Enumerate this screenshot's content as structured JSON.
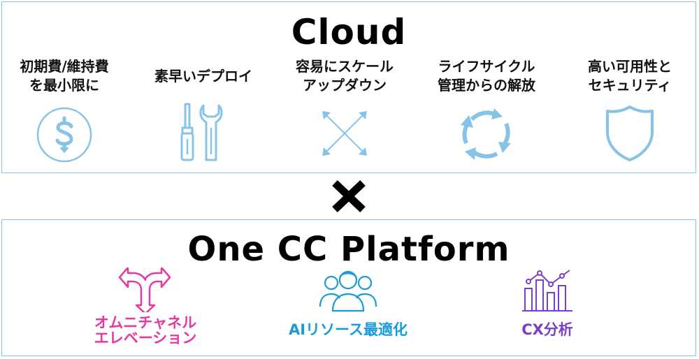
{
  "cloud": {
    "title": "Cloud",
    "features": [
      {
        "line1": "初期費/維持費",
        "line2": "を最小限に",
        "icon": "dollar-coin-icon"
      },
      {
        "line1": "素早いデプロイ",
        "line2": "",
        "icon": "screwdriver-wrench-icon"
      },
      {
        "line1": "容易にスケール",
        "line2": "アップダウン",
        "icon": "expand-arrows-icon"
      },
      {
        "line1": "ライフサイクル",
        "line2": "管理からの解放",
        "icon": "cycle-arrows-icon"
      },
      {
        "line1": "高い可用性と",
        "line2": "セキュリティ",
        "icon": "shield-icon"
      }
    ]
  },
  "times_symbol": "×",
  "platform": {
    "title": "One CC Platform",
    "features": [
      {
        "line1": "オムニチャネル",
        "line2": "エレベーション",
        "icon": "branching-arrows-icon",
        "color": "#e6399b"
      },
      {
        "line1": "AIリソース最適化",
        "line2": "",
        "icon": "people-group-icon",
        "color": "#1a9ad6"
      },
      {
        "line1": "CX分析",
        "line2": "",
        "icon": "bar-chart-icon",
        "color": "#7a3fc6"
      }
    ]
  },
  "colors": {
    "border": "#86c3e6",
    "icon_blue": "#86c3e6"
  }
}
